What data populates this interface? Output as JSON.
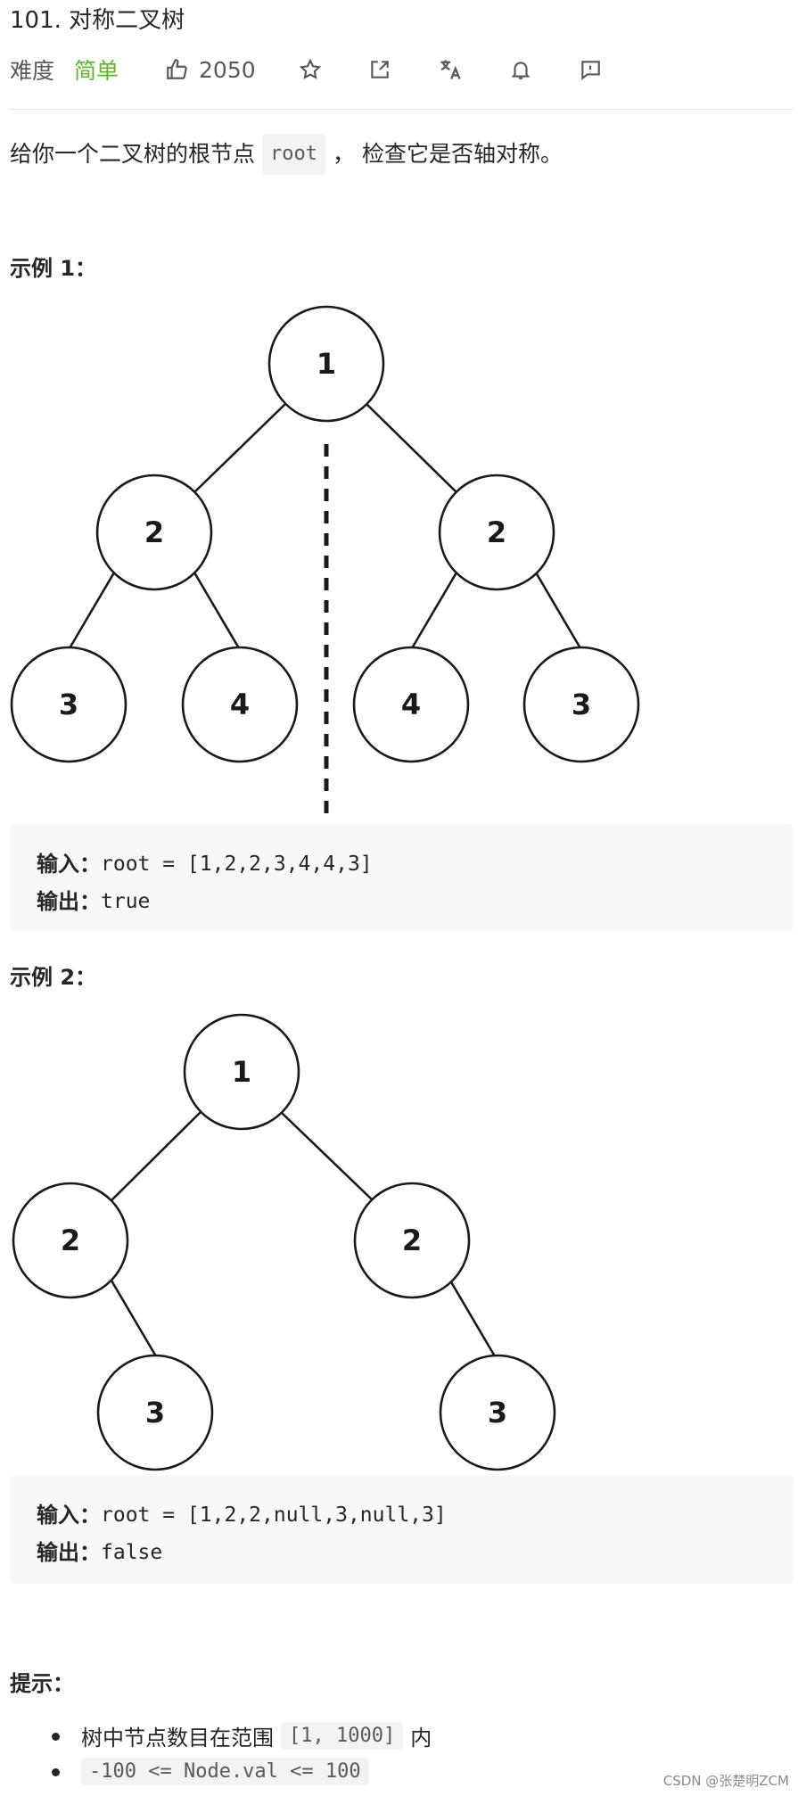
{
  "problem": {
    "title": "101. 对称二叉树",
    "difficulty_label": "难度",
    "difficulty": "简单",
    "likes": "2050",
    "toolbar_icons": [
      "like-icon",
      "star-icon",
      "share-icon",
      "translate-icon",
      "bell-icon",
      "feedback-icon"
    ],
    "difficulty_color": "#5ab726"
  },
  "description": {
    "before": "给你一个二叉树的根节点",
    "code": "root",
    "after": "， 检查它是否轴对称。"
  },
  "examples": [
    {
      "heading": "示例 1：",
      "tree_nodes": [
        "1",
        "2",
        "2",
        "3",
        "4",
        "4",
        "3"
      ],
      "input_label": "输入：",
      "input_value": "root = [1,2,2,3,4,4,3]",
      "output_label": "输出：",
      "output_value": "true"
    },
    {
      "heading": "示例 2：",
      "tree_nodes": [
        "1",
        "2",
        "2",
        "3",
        "3"
      ],
      "input_label": "输入：",
      "input_value": "root = [1,2,2,null,3,null,3]",
      "output_label": "输出：",
      "output_value": "false"
    }
  ],
  "tips": {
    "heading": "提示：",
    "items": [
      {
        "before": "树中节点数目在范围",
        "code": "[1, 1000]",
        "after": "内"
      },
      {
        "before": "",
        "code": "-100 <= Node.val <= 100",
        "after": ""
      }
    ]
  },
  "watermark": "CSDN @张楚明ZCM"
}
